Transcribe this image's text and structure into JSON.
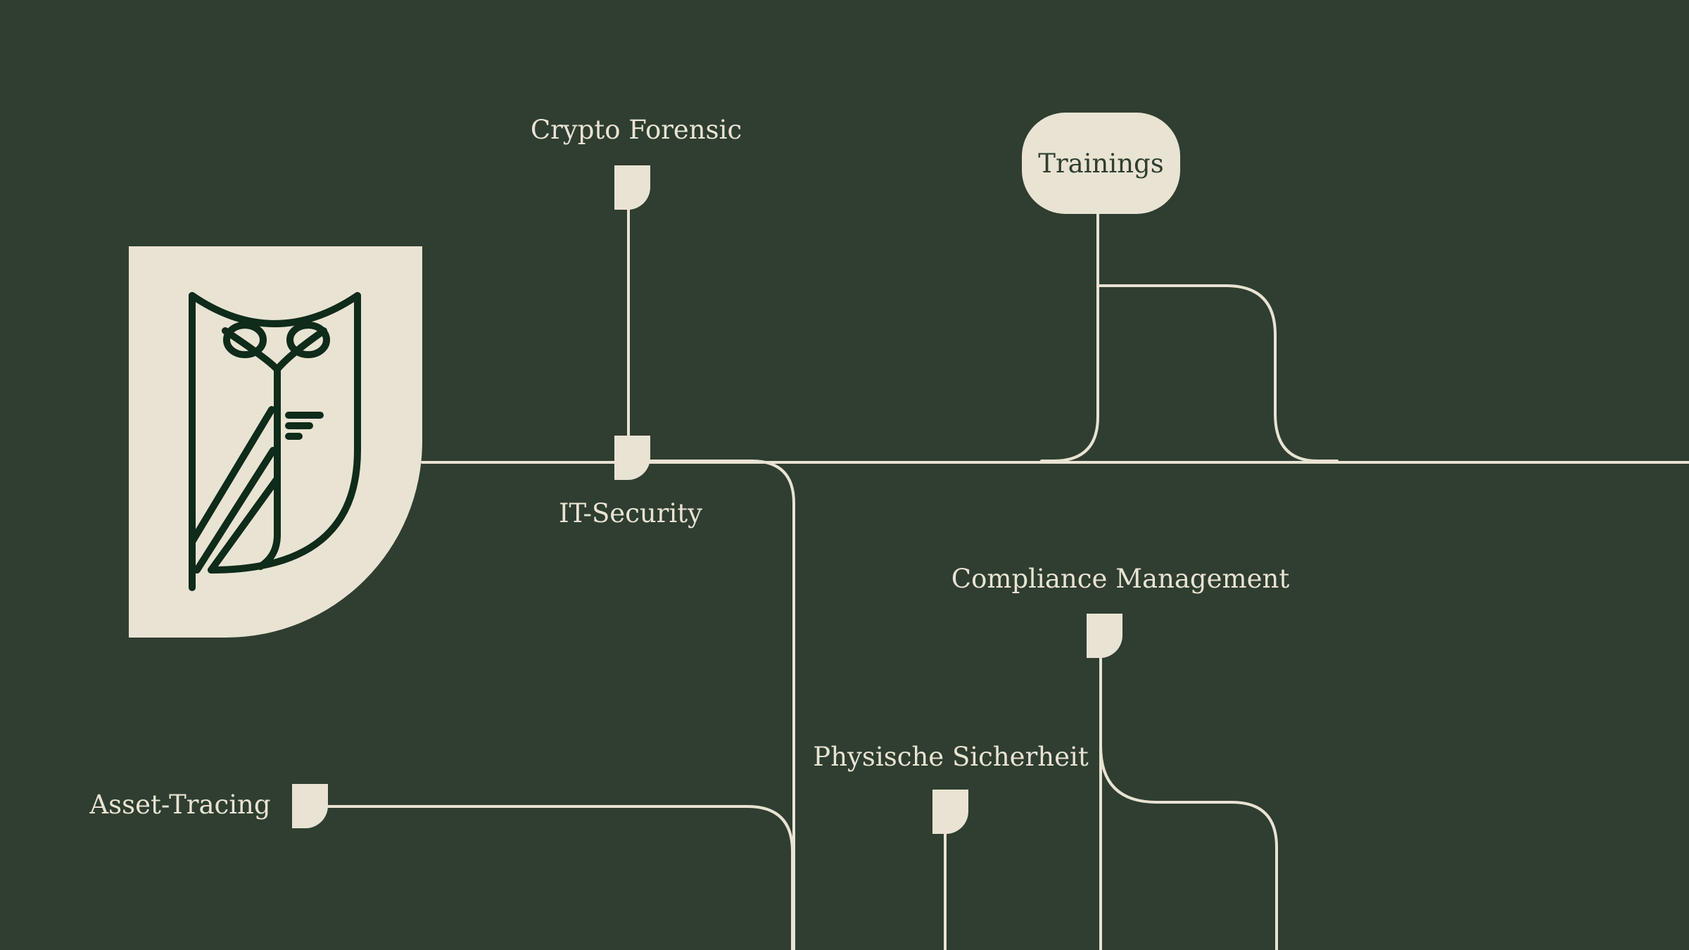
{
  "colors": {
    "background": "#2f3e30",
    "foreground": "#e9e3d3",
    "logo_ink": "#0f2b1a"
  },
  "logo": {
    "icon": "owl-shield-icon"
  },
  "nodes": {
    "crypto_forensic": "Crypto Forensic",
    "trainings": "Trainings",
    "it_security": "IT-Security",
    "compliance_management": "Compliance Management",
    "physische_sicherheit": "Physische Sicherheit",
    "asset_tracing": "Asset-Tracing"
  }
}
